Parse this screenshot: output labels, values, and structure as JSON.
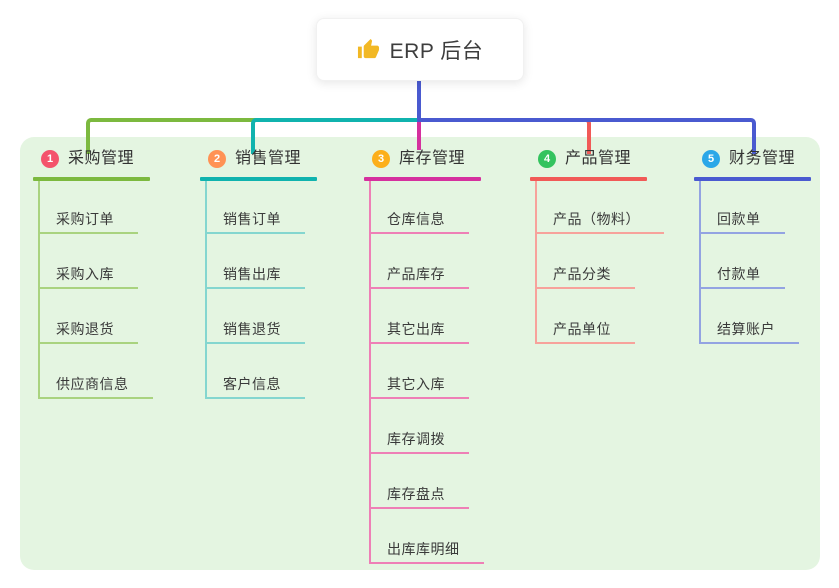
{
  "root": {
    "label": "ERP 后台",
    "icon": "thumbs-up-icon",
    "icon_color": "#f2b824"
  },
  "theme": {
    "canvas_bg": "#ffffff",
    "panel_bg": "#e4f5e1",
    "root_line_color": "#4a5ad0",
    "text_color": "#3a3a3a"
  },
  "branches": [
    {
      "number": "1",
      "label": "采购管理",
      "badge_color": "#f4536b",
      "line_color": "#7cb93f",
      "light_color": "#a9d37f",
      "children": [
        "采购订单",
        "采购入库",
        "采购退货",
        "供应商信息"
      ]
    },
    {
      "number": "2",
      "label": "销售管理",
      "badge_color": "#ff9254",
      "line_color": "#10b3ae",
      "light_color": "#84d6cf",
      "children": [
        "销售订单",
        "销售出库",
        "销售退货",
        "客户信息"
      ]
    },
    {
      "number": "3",
      "label": "库存管理",
      "badge_color": "#fcaf1b",
      "line_color": "#d5309e",
      "light_color": "#ee7fb6",
      "children": [
        "仓库信息",
        "产品库存",
        "其它出库",
        "其它入库",
        "库存调拨",
        "库存盘点",
        "出库库明细"
      ]
    },
    {
      "number": "4",
      "label": "产品管理",
      "badge_color": "#33c35e",
      "line_color": "#f15a57",
      "light_color": "#f7a29b",
      "children": [
        "产品（物料）",
        "产品分类",
        "产品单位"
      ]
    },
    {
      "number": "5",
      "label": "财务管理",
      "badge_color": "#2ba7e8",
      "line_color": "#4a5ad0",
      "light_color": "#93a3e2",
      "children": [
        "回款单",
        "付款单",
        "结算账户"
      ]
    }
  ]
}
